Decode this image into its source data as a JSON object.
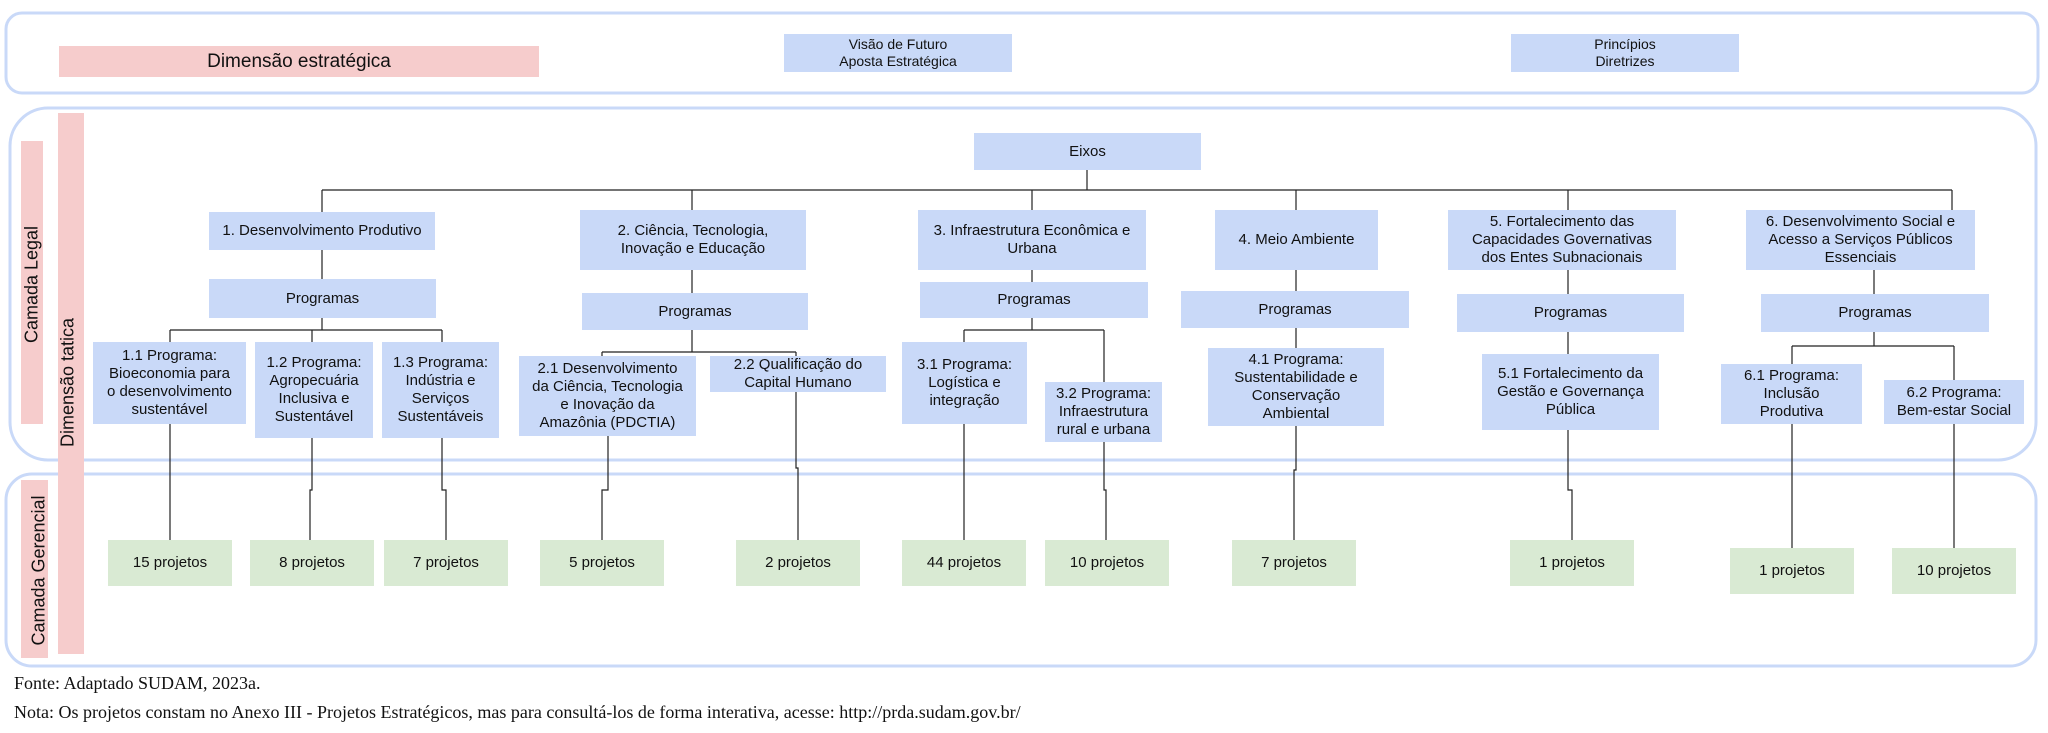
{
  "estrategica": {
    "label": "Dimensão estratégica",
    "visao": "Visão de Futuro\nAposta Estratégica",
    "principios": "Princípios\nDiretrizes"
  },
  "tatica": {
    "label": "Dimensão tatica",
    "camada_legal": "Camada Legal",
    "eixos": "Eixos",
    "programas_label": "Programas"
  },
  "gerencial": {
    "camada_gerencial": "Camada Gerencial"
  },
  "axes": [
    {
      "name": "1. Desenvolvimento Produtivo"
    },
    {
      "name": "2. Ciência, Tecnologia,\nInovação e Educação"
    },
    {
      "name": "3. Infraestrutura Econômica e\nUrbana"
    },
    {
      "name": "4. Meio Ambiente"
    },
    {
      "name": "5. Fortalecimento das\nCapacidades Governativas\ndos Entes Subnacionais"
    },
    {
      "name": "6. Desenvolvimento Social e\nAcesso a Serviços Públicos\nEssenciais"
    }
  ],
  "programs": [
    {
      "name": "1.1 Programa:\nBioeconomia para\no desenvolvimento\nsustentável",
      "projects": "15 projetos"
    },
    {
      "name": "1.2 Programa:\nAgropecuária\nInclusiva e\nSustentável",
      "projects": "8 projetos"
    },
    {
      "name": "1.3 Programa:\nIndústria e\nServiços\nSustentáveis",
      "projects": "7 projetos"
    },
    {
      "name": "2.1 Desenvolvimento\nda Ciência, Tecnologia\ne Inovação da\nAmazônia (PDCTIA)",
      "projects": "5 projetos"
    },
    {
      "name": "2.2 Qualificação do\nCapital Humano",
      "projects": "2  projetos"
    },
    {
      "name": "3.1 Programa:\nLogística e\nintegração",
      "projects": "44  projetos"
    },
    {
      "name": "3.2 Programa:\nInfraestrutura\nrural e urbana",
      "projects": "10  projetos"
    },
    {
      "name": "4.1 Programa:\nSustentabilidade e\nConservação\nAmbiental",
      "projects": "7  projetos"
    },
    {
      "name": "5.1 Fortalecimento da\nGestão e Governança\nPública",
      "projects": "1  projetos"
    },
    {
      "name": "6.1 Programa:\nInclusão\nProdutiva",
      "projects": "1  projetos"
    },
    {
      "name": "6.2 Programa:\nBem-estar Social",
      "projects": "10  projetos"
    }
  ],
  "footer": {
    "fonte": "Fonte: Adaptado SUDAM, 2023a.",
    "nota": "Nota: Os projetos constam no Anexo III - Projetos Estratégicos, mas para consultá-los de forma interativa, acesse: http://prda.sudam.gov.br/"
  },
  "colors": {
    "blue_box": "#c9d9f8",
    "pink_box": "#f6cccc",
    "green_box": "#d9ead3",
    "frame": "#c9d9f8"
  }
}
